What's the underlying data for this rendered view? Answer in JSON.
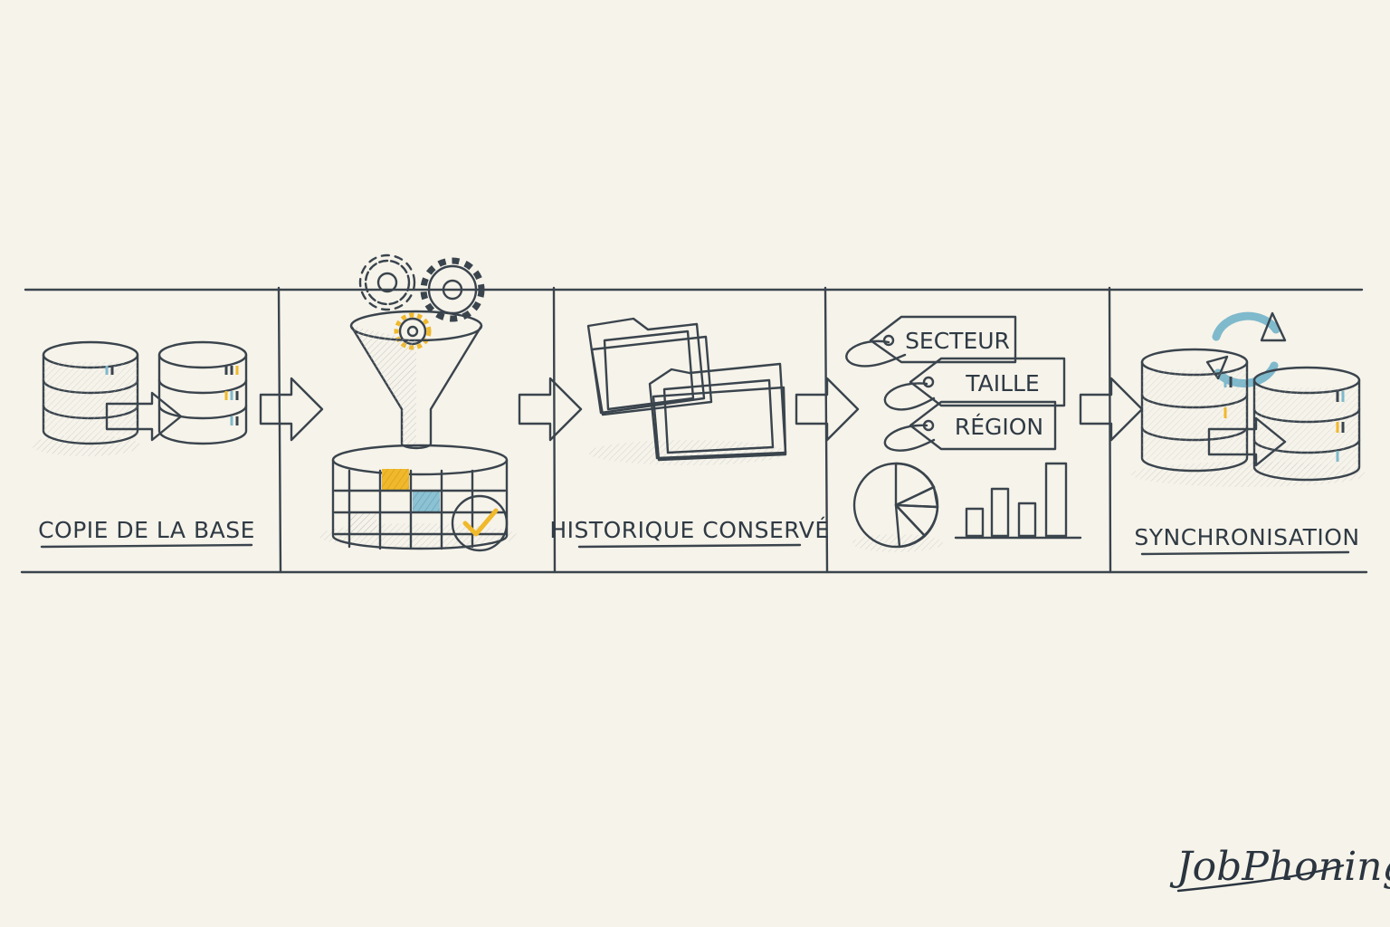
{
  "steps": [
    {
      "label": "COPIE DE LA BASE"
    },
    {
      "label": ""
    },
    {
      "label": "HISTORIQUE CONSERVÉ"
    },
    {
      "label": ""
    },
    {
      "label": "SYNCHRONISATION"
    }
  ],
  "tags": [
    "SECTEUR",
    "TAILLE",
    "RÉGION"
  ],
  "brand": {
    "logo_text": "JobPhoning"
  },
  "colors": {
    "yellow": "#f0b92b",
    "blue": "#7fb9cc",
    "ink": "#3a444d",
    "paper": "#f6f3ea"
  },
  "icons": {
    "step1": "database-copy-icon",
    "step2": "funnel-gears-table-icon",
    "step3": "folders-icon",
    "step4": "tags-charts-icon",
    "step5": "database-sync-icon"
  }
}
